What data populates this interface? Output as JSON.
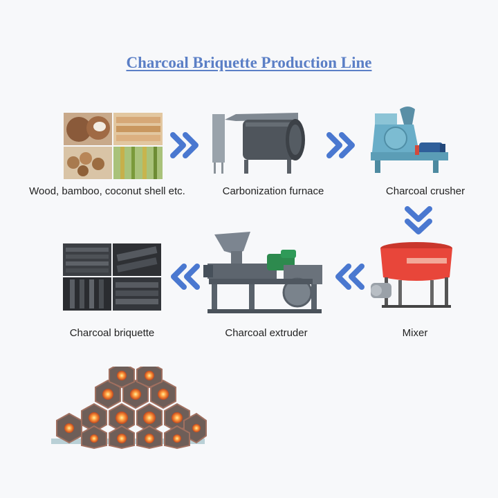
{
  "title": "Charcoal Briquette Production Line",
  "steps": [
    {
      "label": "Wood, bamboo, coconut shell etc."
    },
    {
      "label": "Carbonization furnace"
    },
    {
      "label": "Charcoal crusher"
    },
    {
      "label": "Mixer"
    },
    {
      "label": "Charcoal extruder"
    },
    {
      "label": "Charcoal briquette"
    }
  ],
  "colors": {
    "title": "#5b7fc6",
    "arrow": "#4a78d0",
    "crusher": "#6aaec8",
    "mixer": "#e8463a",
    "ember": "#ff9a3c"
  }
}
